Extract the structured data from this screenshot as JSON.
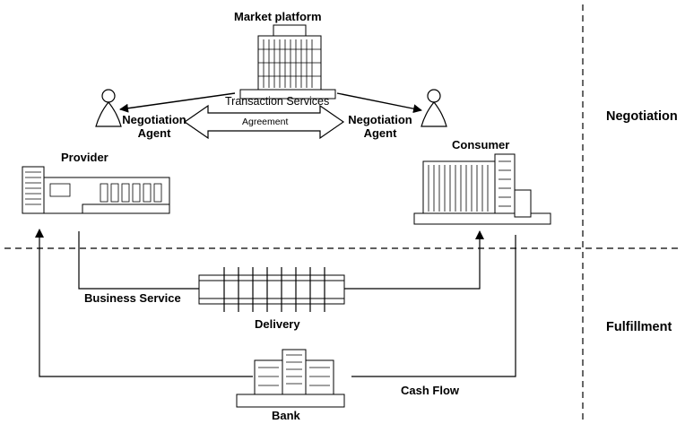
{
  "diagram": {
    "market_platform": "Market platform",
    "transaction_services": "Transaction Services",
    "agreement": "Agreement",
    "agent_left_line1": "Negotiation",
    "agent_left_line2": "Agent",
    "agent_right_line1": "Negotiation",
    "agent_right_line2": "Agent",
    "provider": "Provider",
    "consumer": "Consumer",
    "business_service": "Business Service",
    "delivery": "Delivery",
    "cash_flow": "Cash Flow",
    "bank": "Bank"
  },
  "regions": {
    "negotiation": "Negotiation",
    "fulfillment": "Fulfillment"
  },
  "icons": {
    "building": "building-icon",
    "agent": "person-icon",
    "pipe": "delivery-pipe-icon"
  }
}
